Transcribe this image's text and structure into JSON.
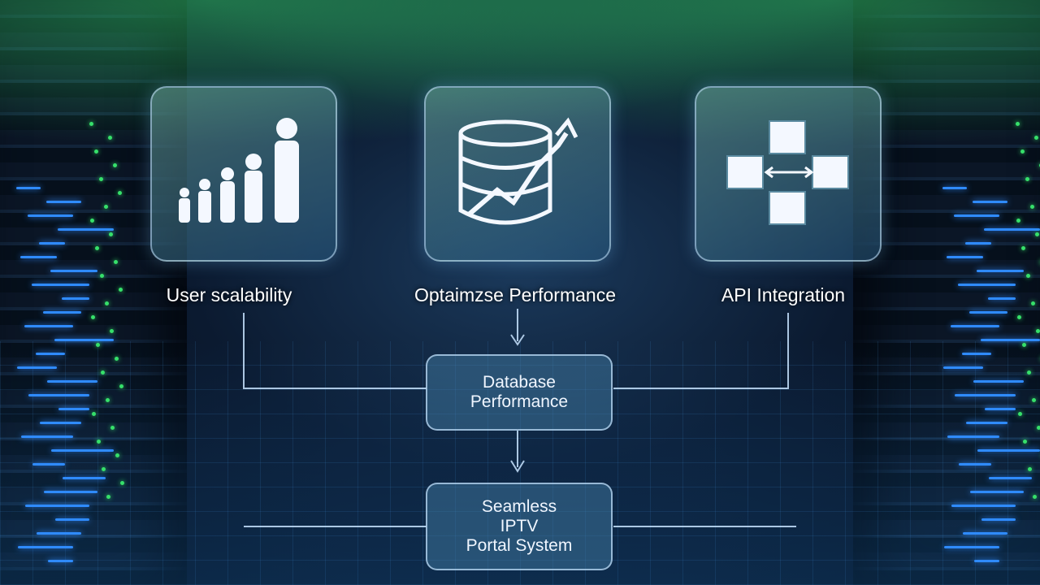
{
  "cards": [
    {
      "icon": "people-growth-icon",
      "label": "User scalability"
    },
    {
      "icon": "database-growth-icon",
      "label": "Optaimzse Performance"
    },
    {
      "icon": "api-cubes-icon",
      "label": "API Integration"
    }
  ],
  "hub": {
    "lines": [
      "Database",
      "Performance"
    ]
  },
  "output": {
    "lines": [
      "Seamless",
      "IPTV",
      "Portal System"
    ]
  }
}
